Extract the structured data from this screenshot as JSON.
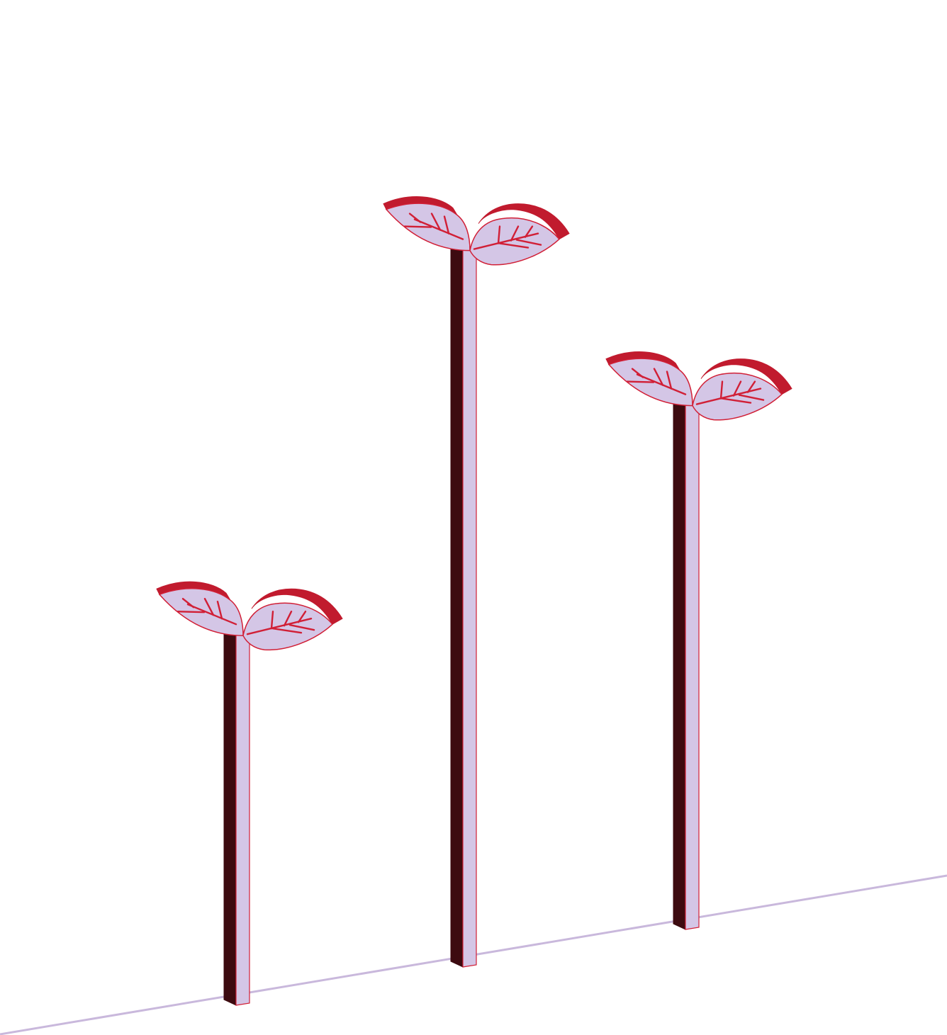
{
  "chart_data": {
    "type": "bar",
    "style": "3d pictorial seedling bars",
    "categories": [
      "",
      "",
      ""
    ],
    "values": [
      19,
      37,
      27
    ],
    "ylim": [
      0,
      55
    ],
    "grid": false,
    "legend": "none",
    "colors": {
      "stem_front": "#d4c6e6",
      "stem_side": "#3d0b10",
      "outline": "#d11f36",
      "leaf_front": "#d4c6e6",
      "leaf_rim": "#c11b2e",
      "vein": "#d11f36",
      "baseline": "#c9b8dc"
    }
  }
}
